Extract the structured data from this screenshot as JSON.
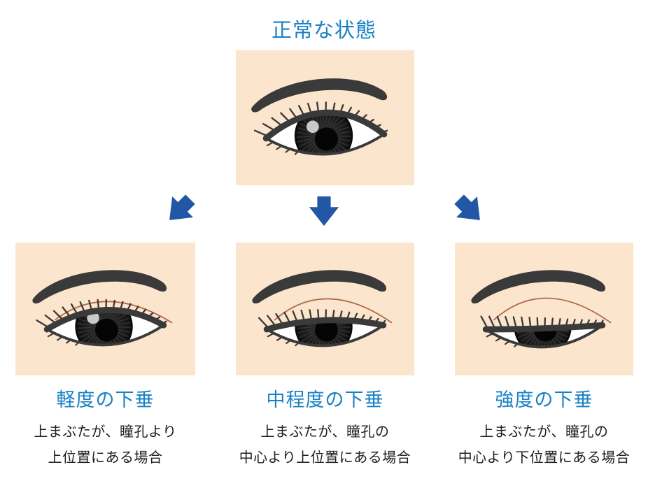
{
  "title": "正常な状態",
  "stages": [
    {
      "heading": "軽度の下垂",
      "lines": [
        "上まぶたが、瞳孔より",
        "上位置にある場合"
      ]
    },
    {
      "heading": "中程度の下垂",
      "lines": [
        "上まぶたが、瞳孔の",
        "中心より上位置にある場合"
      ]
    },
    {
      "heading": "強度の下垂",
      "lines": [
        "上まぶたが、瞳孔の",
        "中心より下位置にある場合"
      ]
    }
  ],
  "icons": [
    {
      "name": "arrow-down-left"
    },
    {
      "name": "arrow-down"
    },
    {
      "name": "arrow-down-right"
    }
  ],
  "illustrations": [
    {
      "name": "normal-eye"
    },
    {
      "name": "mild-ptosis-eye"
    },
    {
      "name": "moderate-ptosis-eye"
    },
    {
      "name": "severe-ptosis-eye"
    }
  ],
  "colors": {
    "accent_blue": "#1a82c4",
    "arrow_blue": "#2257a5",
    "panel_bg": "#fce5cd",
    "text_dark": "#1f1f1f",
    "line_dark": "#3a3a3a",
    "crease_brown": "#b0694a"
  }
}
